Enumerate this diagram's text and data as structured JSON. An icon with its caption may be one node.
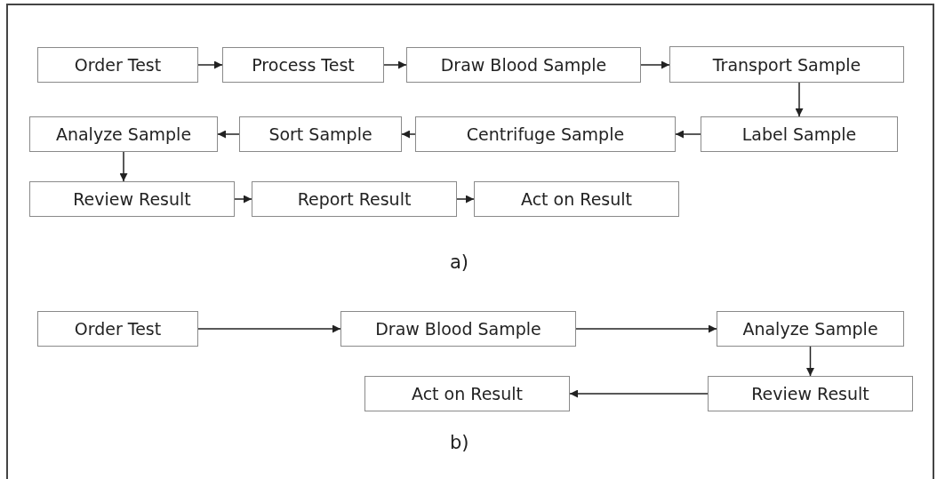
{
  "diagram": {
    "nodes": [
      {
        "text": [
          "Order Test"
        ]
      },
      {
        "text": [
          "Process Test"
        ]
      },
      {
        "text": [
          "Draw Blood Sample"
        ]
      },
      {
        "text": [
          "Transport Sample"
        ]
      },
      {
        "text": [
          "Label Sample"
        ]
      },
      {
        "text": [
          "Centrifuge Sample"
        ]
      },
      {
        "text": [
          "Sort Sample"
        ]
      },
      {
        "text": [
          "Analyze Sample"
        ]
      },
      {
        "text": [
          "Review Result"
        ]
      },
      {
        "text": [
          "Report Result"
        ]
      },
      {
        "text": [
          "Act on Result"
        ]
      },
      {
        "text": [
          "Order Test"
        ]
      },
      {
        "text": [
          "Draw Blood Sample"
        ]
      },
      {
        "text": [
          "Analyze Sample"
        ]
      },
      {
        "text": [
          "Act on Result"
        ]
      },
      {
        "text": [
          "Review Result"
        ]
      }
    ],
    "edges": [
      {
        "from": 0,
        "to": 1,
        "arrow": "to"
      },
      {
        "from": 1,
        "to": 2,
        "arrow": "to"
      },
      {
        "from": 2,
        "to": 3,
        "arrow": "to"
      },
      {
        "from": 3,
        "to": 4,
        "arrow": "to"
      },
      {
        "from": 4,
        "to": 5,
        "arrow": "to"
      },
      {
        "from": 5,
        "to": 6,
        "arrow": "to"
      },
      {
        "from": 6,
        "to": 7,
        "arrow": "to"
      },
      {
        "from": 7,
        "to": 8,
        "arrow": "to"
      },
      {
        "from": 8,
        "to": 9,
        "arrow": "to"
      },
      {
        "from": 9,
        "to": 10,
        "arrow": "to"
      },
      {
        "from": 11,
        "to": 12,
        "arrow": "to"
      },
      {
        "from": 12,
        "to": 13,
        "arrow": "to"
      },
      {
        "from": 13,
        "to": 15,
        "arrow": "to"
      },
      {
        "from": 15,
        "to": 14,
        "arrow": "to"
      }
    ],
    "labels": [
      "a)",
      "b)"
    ]
  }
}
